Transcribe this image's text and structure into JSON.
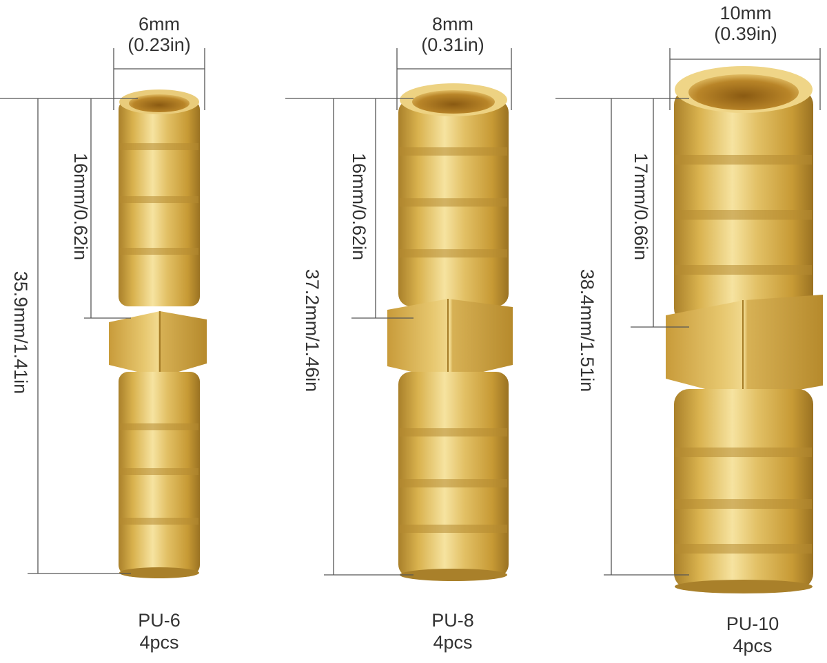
{
  "fittings": [
    {
      "diameter_mm": "6mm",
      "diameter_in": "(0.23in)",
      "barb_length": "16mm/0.62in",
      "total_length": "35.9mm/1.41in",
      "model": "PU-6",
      "quantity": "4pcs"
    },
    {
      "diameter_mm": "8mm",
      "diameter_in": "(0.31in)",
      "barb_length": "16mm/0.62in",
      "total_length": "37.2mm/1.46in",
      "model": "PU-8",
      "quantity": "4pcs"
    },
    {
      "diameter_mm": "10mm",
      "diameter_in": "(0.39in)",
      "barb_length": "17mm/0.66in",
      "total_length": "38.4mm/1.51in",
      "model": "PU-10",
      "quantity": "4pcs"
    }
  ],
  "colors": {
    "brass_light": "#f3d98a",
    "brass_mid": "#d9b24e",
    "brass_dark": "#a9802a",
    "line": "#555555",
    "text": "#333333",
    "background": "#ffffff"
  }
}
